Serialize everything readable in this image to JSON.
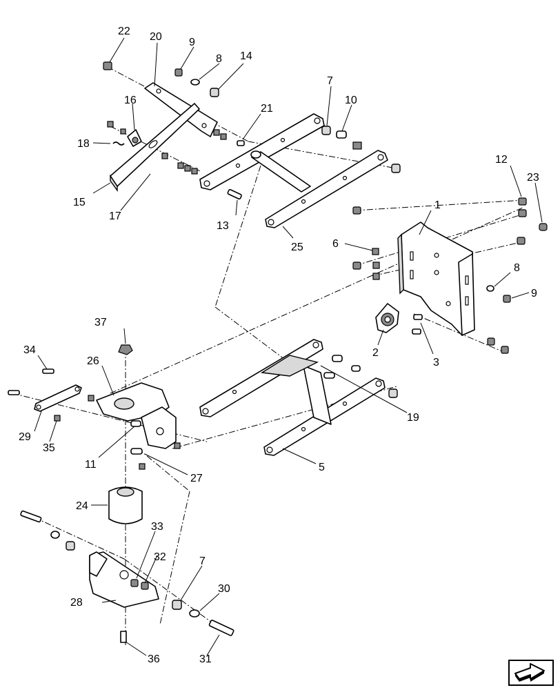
{
  "diagram": {
    "callouts": [
      "22",
      "20",
      "9",
      "8",
      "14",
      "16",
      "18",
      "15",
      "17",
      "21",
      "7",
      "10",
      "13",
      "25",
      "12",
      "23",
      "1",
      "6",
      "8",
      "9",
      "2",
      "3",
      "37",
      "34",
      "26",
      "29",
      "35",
      "11",
      "19",
      "5",
      "27",
      "24",
      "33",
      "32",
      "7",
      "30",
      "28",
      "36",
      "31"
    ]
  },
  "nav": {
    "icon": "next-arrow-icon"
  }
}
